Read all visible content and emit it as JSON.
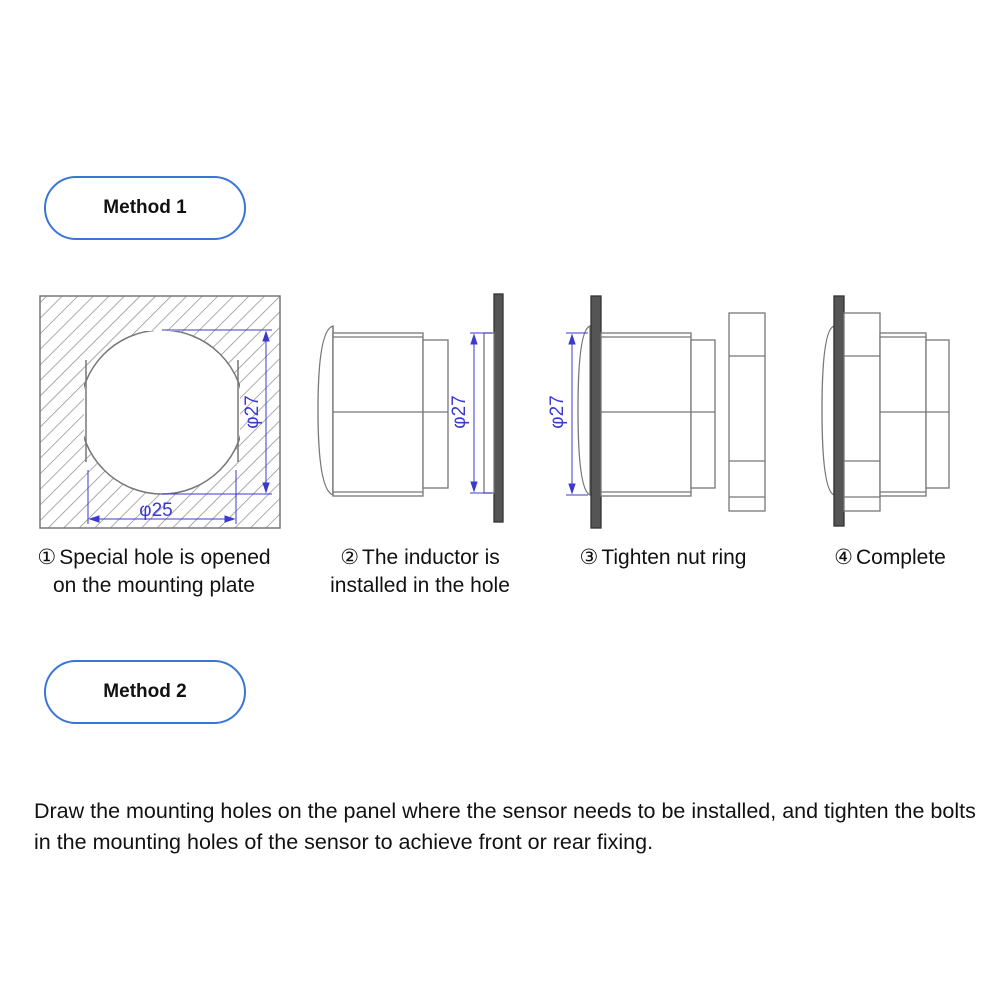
{
  "methods": {
    "method1_label": "Method 1",
    "method2_label": "Method 2"
  },
  "steps": [
    {
      "number": "①",
      "line1": "Special hole is opened",
      "line2": "on the mounting plate"
    },
    {
      "number": "②",
      "line1": "The inductor is",
      "line2": "installed in the hole"
    },
    {
      "number": "③",
      "line1": "Tighten nut ring",
      "line2": ""
    },
    {
      "number": "④",
      "line1": "Complete",
      "line2": ""
    }
  ],
  "dimensions": {
    "hole_height": "φ27",
    "hole_width": "φ25",
    "step2_diameter": "φ27",
    "step3_diameter": "φ27"
  },
  "description": "Draw the mounting holes on the panel where the sensor needs to be installed, and tighten the bolts in the mounting holes of the sensor to achieve front or rear fixing.",
  "colors": {
    "accent": "#3a76d6",
    "dimension_line": "#3a3acf",
    "panel": "#555555",
    "outline": "#777777"
  }
}
